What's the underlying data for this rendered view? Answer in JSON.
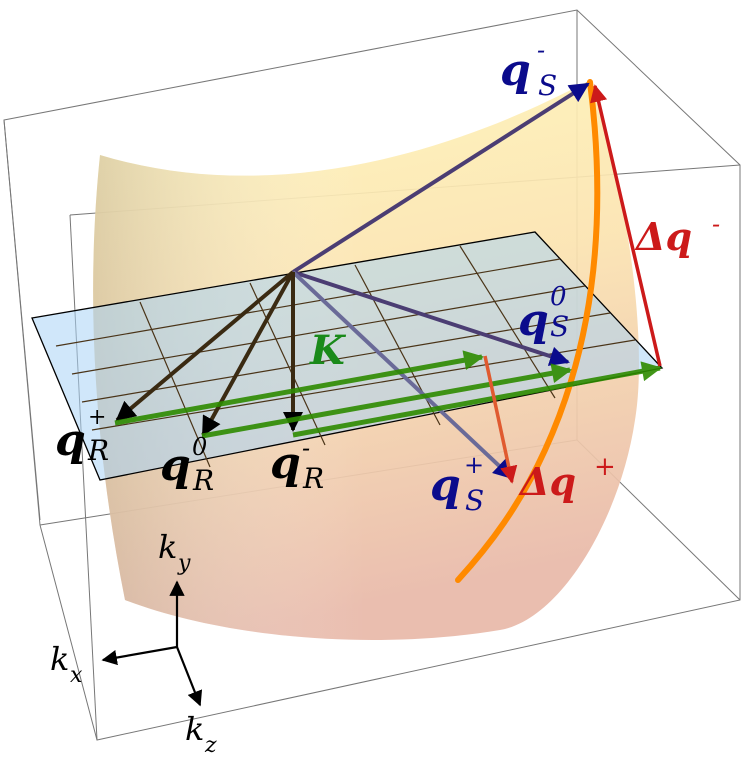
{
  "figure": {
    "description": "3D momentum-space diagram: curved constant-energy surface with a horizontal plane grid, vectors from a common origin, and momentum transfers",
    "colors": {
      "surface_top": "#fff3b0",
      "surface_bottom": "#f0c4a8",
      "plane": "#a9d4f5",
      "grid": "#4a3418",
      "vector_S": "#4b3d73",
      "label_S": "#0b0b8c",
      "vector_R": "#3a2a12",
      "label_R": "#000000",
      "K_arrows": "#2e8b00",
      "label_K": "#1a8a1a",
      "delta_q": "#cc1a1a",
      "orange_curve": "#ff8a00",
      "axes": "#000000",
      "box": "#777777"
    }
  },
  "labels": {
    "qS_minus": {
      "base": "q",
      "sub": "S",
      "sup": "-"
    },
    "qS_zero": {
      "base": "q",
      "sub": "S",
      "sup": "0"
    },
    "qS_plus": {
      "base": "q",
      "sub": "S",
      "sup": "+"
    },
    "qR_plus": {
      "base": "q",
      "sub": "R",
      "sup": "+"
    },
    "qR_zero": {
      "base": "q",
      "sub": "R",
      "sup": "0"
    },
    "qR_minus": {
      "base": "q",
      "sub": "R",
      "sup": "-"
    },
    "K": "K",
    "dq_minus": {
      "base": "Δq",
      "sup": "-"
    },
    "dq_plus": {
      "base": "Δq",
      "sup": "+"
    }
  },
  "axes": {
    "ky": {
      "base": "k",
      "sub": "y"
    },
    "kx": {
      "base": "k",
      "sub": "x"
    },
    "kz": {
      "base": "k",
      "sub": "z"
    }
  }
}
